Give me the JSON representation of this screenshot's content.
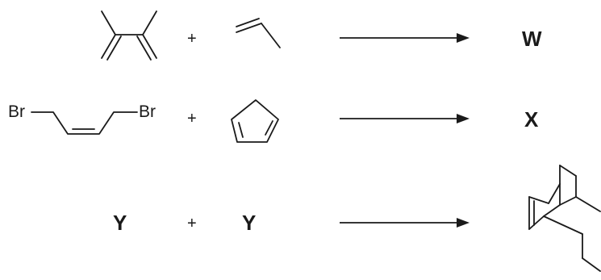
{
  "reactions": [
    {
      "reactant_b_label": "",
      "plus": "+",
      "product": "W"
    },
    {
      "atoms": [
        "Br",
        "Br"
      ],
      "plus": "+",
      "product": "X"
    },
    {
      "reactant_a": "Y",
      "plus": "+",
      "reactant_b": "Y"
    }
  ]
}
